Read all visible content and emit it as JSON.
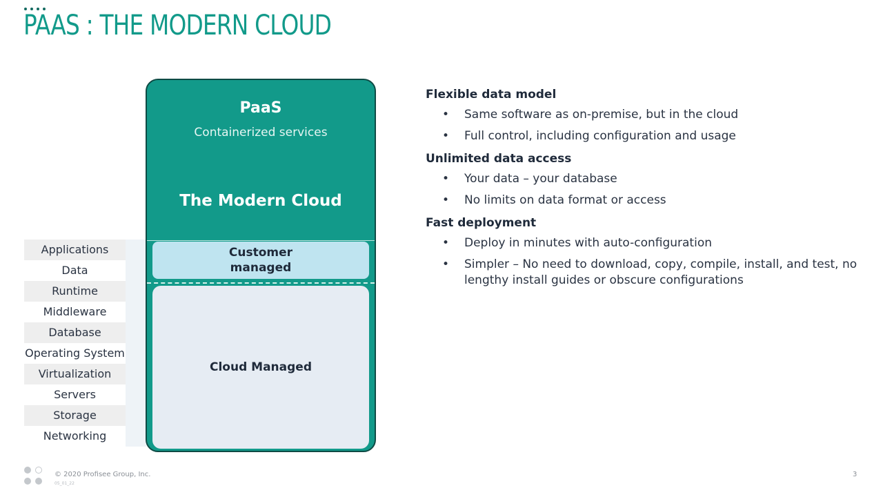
{
  "slide": {
    "title": "PAAS : THE MODERN CLOUD"
  },
  "stack": [
    {
      "label": "Applications",
      "shaded": true
    },
    {
      "label": "Data",
      "shaded": false
    },
    {
      "label": "Runtime",
      "shaded": true
    },
    {
      "label": "Middleware",
      "shaded": false
    },
    {
      "label": "Database",
      "shaded": true
    },
    {
      "label": "Operating System",
      "shaded": false
    },
    {
      "label": "Virtualization",
      "shaded": true
    },
    {
      "label": "Servers",
      "shaded": false
    },
    {
      "label": "Storage",
      "shaded": true
    },
    {
      "label": "Networking",
      "shaded": false
    }
  ],
  "card": {
    "name": "PaaS",
    "subtitle": "Containerized services",
    "headline": "The Modern Cloud",
    "customer_managed": "Customer\nmanaged",
    "cloud_managed": "Cloud Managed"
  },
  "features": [
    {
      "heading": "Flexible data model",
      "bullets": [
        "Same software as on-premise, but in the cloud",
        "Full control, including configuration and usage"
      ]
    },
    {
      "heading": "Unlimited data access",
      "bullets": [
        "Your data – your database",
        "No limits on data format or access"
      ]
    },
    {
      "heading": "Fast deployment",
      "bullets": [
        "Deploy in minutes with auto-configuration",
        "Simpler – No need to download, copy, compile, install, and test, no lengthy install guides or obscure configurations"
      ]
    }
  ],
  "footer": {
    "copyright": "© 2020 Profisee Group, Inc.",
    "small_code": "05_01_22",
    "page_number": "3"
  },
  "colors": {
    "teal": "#129a8a",
    "card_border": "#0e4a44",
    "customer_box": "#bfe4f0",
    "cloud_box": "#e6ecf3"
  },
  "icons": {
    "bullet": "•"
  }
}
